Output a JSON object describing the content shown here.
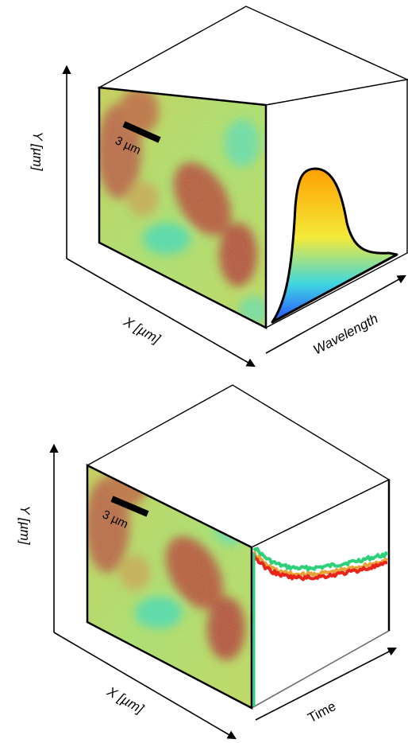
{
  "top_panel": {
    "y_axis_label": "Y [µm]",
    "x_axis_label": "X [µm]",
    "depth_axis_label": "Wavelength",
    "scale_bar_label": "3 µm"
  },
  "bottom_panel": {
    "y_axis_label": "Y [µm]",
    "x_axis_label": "X [µm]",
    "depth_axis_label": "Time",
    "scale_bar_label": "3 µm",
    "trace_colors": [
      "#2fd07a",
      "#e8a23a",
      "#e8241c"
    ]
  },
  "colors": {
    "map_low": "#2fd7a0",
    "map_mid": "#f3e24a",
    "map_high": "#d8301a",
    "spectrum_high": "#ffa000",
    "spectrum_low": "#2850ff"
  }
}
